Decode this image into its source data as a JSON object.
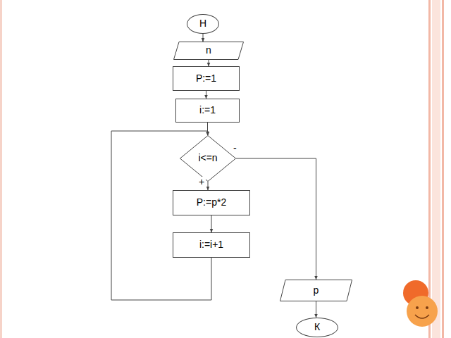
{
  "diagram": {
    "nodes": [
      {
        "text": [
          "Н"
        ]
      },
      {
        "text": [
          "n"
        ]
      },
      {
        "text": [
          "P:=1"
        ]
      },
      {
        "text": [
          "i:=1"
        ]
      },
      {
        "text": [
          "i<=n"
        ]
      },
      {
        "text": [
          "P:=p*2"
        ]
      },
      {
        "text": [
          "i:=i+1"
        ]
      },
      {
        "text": [
          "p"
        ]
      },
      {
        "text": [
          "К"
        ]
      }
    ],
    "edges": [
      {
        "from": 0,
        "to": 1,
        "arrow": "to"
      },
      {
        "from": 1,
        "to": 2,
        "arrow": "to"
      },
      {
        "from": 2,
        "to": 3,
        "arrow": "to"
      },
      {
        "from": 3,
        "to": 4,
        "arrow": "to"
      },
      {
        "from": 4,
        "to": 5,
        "label": "+",
        "arrow": "to"
      },
      {
        "from": 5,
        "to": 6,
        "arrow": "to"
      },
      {
        "from": 6,
        "to": 4,
        "arrow": "to"
      },
      {
        "from": 4,
        "to": 7,
        "label": "-",
        "arrow": "to"
      },
      {
        "from": 7,
        "to": 8,
        "arrow": "to"
      }
    ]
  }
}
